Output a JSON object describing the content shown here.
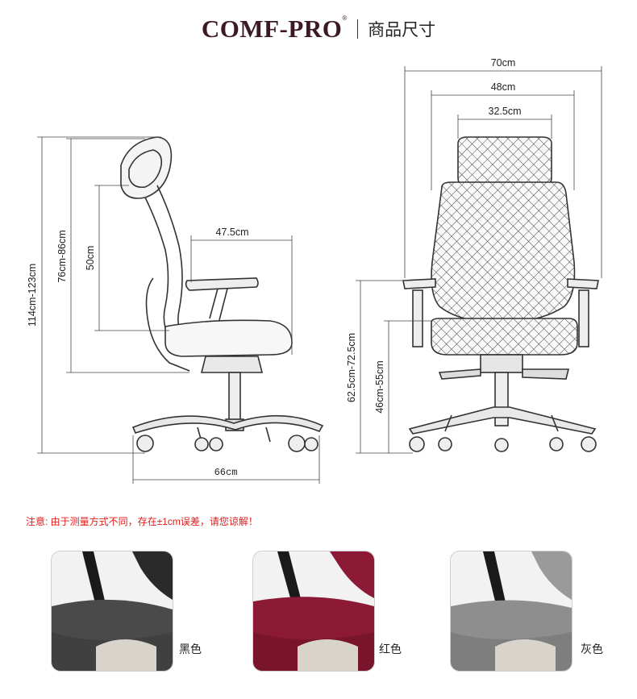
{
  "header": {
    "brand": "COMF-PRO",
    "reg_mark": "®",
    "subtitle": "商品尺寸"
  },
  "side_view": {
    "total_height": "114cm-123cm",
    "back_height": "76cm-86cm",
    "backrest_height": "50cm",
    "seat_depth": "47.5cm",
    "base_width": "66cm"
  },
  "front_view": {
    "overall_width": "70cm",
    "back_width": "48cm",
    "headrest_width": "32.5cm",
    "armrest_height": "62.5cm-72.5cm",
    "seat_height": "46cm-55cm"
  },
  "note": "注意: 由于测量方式不同，存在±1cm误差，请您谅解！",
  "colors": [
    {
      "label": "黑色",
      "mesh": "#4a4a4a",
      "mesh_light": "#7a7a7a"
    },
    {
      "label": "红色",
      "mesh": "#8c1a36",
      "mesh_light": "#b84360"
    },
    {
      "label": "灰色",
      "mesh": "#8e8e8e",
      "mesh_light": "#bdbdbd"
    }
  ]
}
